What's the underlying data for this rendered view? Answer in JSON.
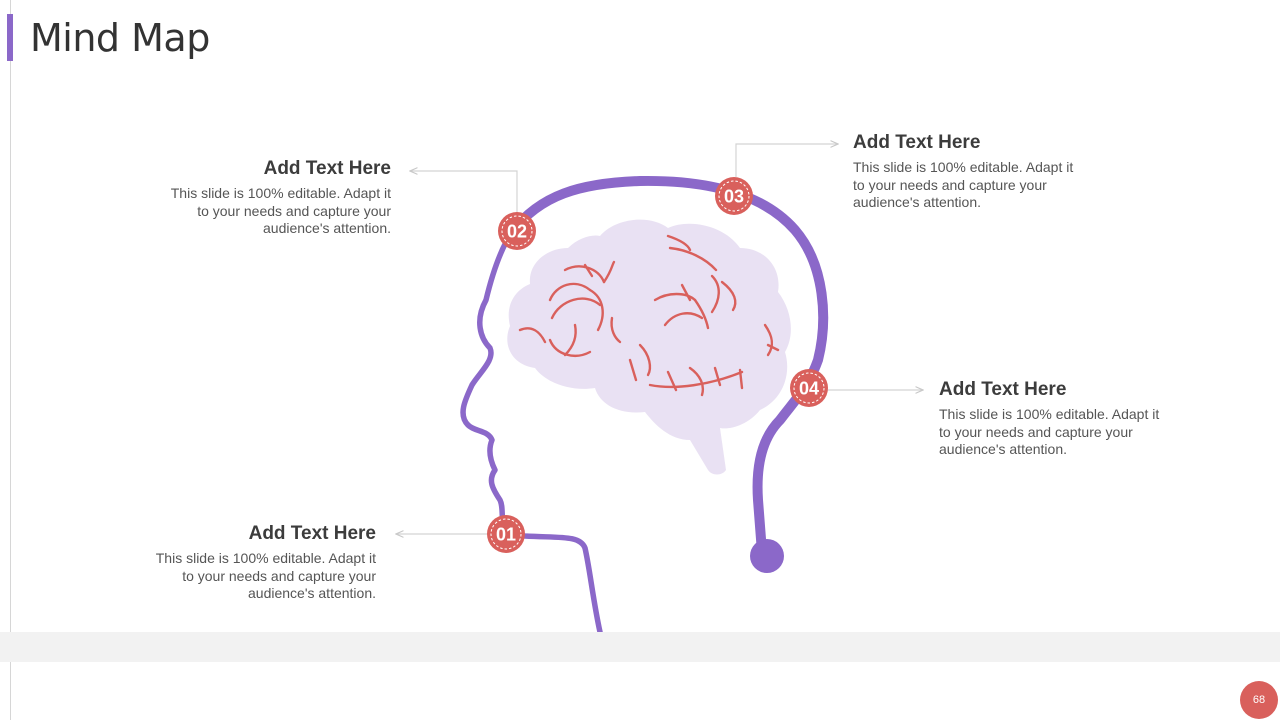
{
  "slide": {
    "title": "Mind Map",
    "page_number": "68"
  },
  "nodes": [
    {
      "number": "01",
      "heading": "Add Text Here",
      "body": "This slide is 100% editable. Adapt it to your needs and capture your audience's attention."
    },
    {
      "number": "02",
      "heading": "Add Text Here",
      "body": "This slide is 100% editable. Adapt it to your needs and capture your audience's attention."
    },
    {
      "number": "03",
      "heading": "Add Text Here",
      "body": "This slide is 100% editable. Adapt it to your needs and capture your audience's attention."
    },
    {
      "number": "04",
      "heading": "Add Text Here",
      "body": "This slide is 100% editable. Adapt it to your needs and capture your audience's attention."
    }
  ],
  "colors": {
    "accent_purple": "#8b68c9",
    "brain_fill": "#e9e1f3",
    "vein_red": "#d9605c",
    "badge_red": "#d9605c"
  }
}
